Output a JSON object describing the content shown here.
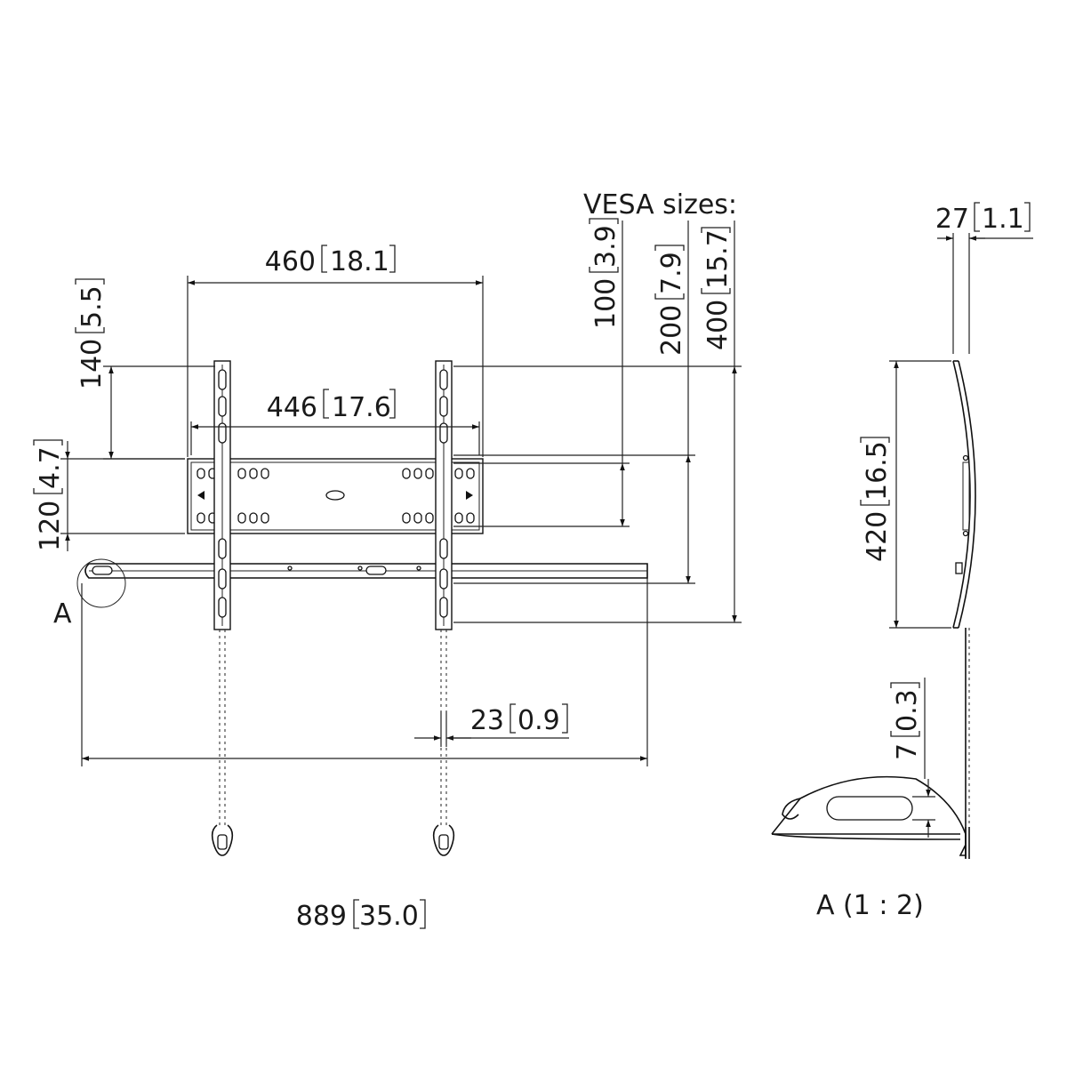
{
  "vesa_label": "VESA sizes:",
  "dimensions": {
    "width_460": {
      "mm": "460",
      "in": "18.1"
    },
    "width_446": {
      "mm": "446",
      "in": "17.6"
    },
    "height_140": {
      "mm": "140",
      "in": "5.5"
    },
    "height_120": {
      "mm": "120",
      "in": "4.7"
    },
    "vesa_100": {
      "mm": "100",
      "in": "3.9"
    },
    "vesa_200": {
      "mm": "200",
      "in": "7.9"
    },
    "vesa_400": {
      "mm": "400",
      "in": "15.7"
    },
    "depth_27": {
      "mm": "27",
      "in": "1.1"
    },
    "side_420": {
      "mm": "420",
      "in": "16.5"
    },
    "detail_7": {
      "mm": "7",
      "in": "0.3"
    },
    "arm_23": {
      "mm": "23",
      "in": "0.9"
    },
    "overall_889": {
      "mm": "889",
      "in": "35.0"
    }
  },
  "detail_marker": "A",
  "detail_caption": "A (1 : 2)"
}
